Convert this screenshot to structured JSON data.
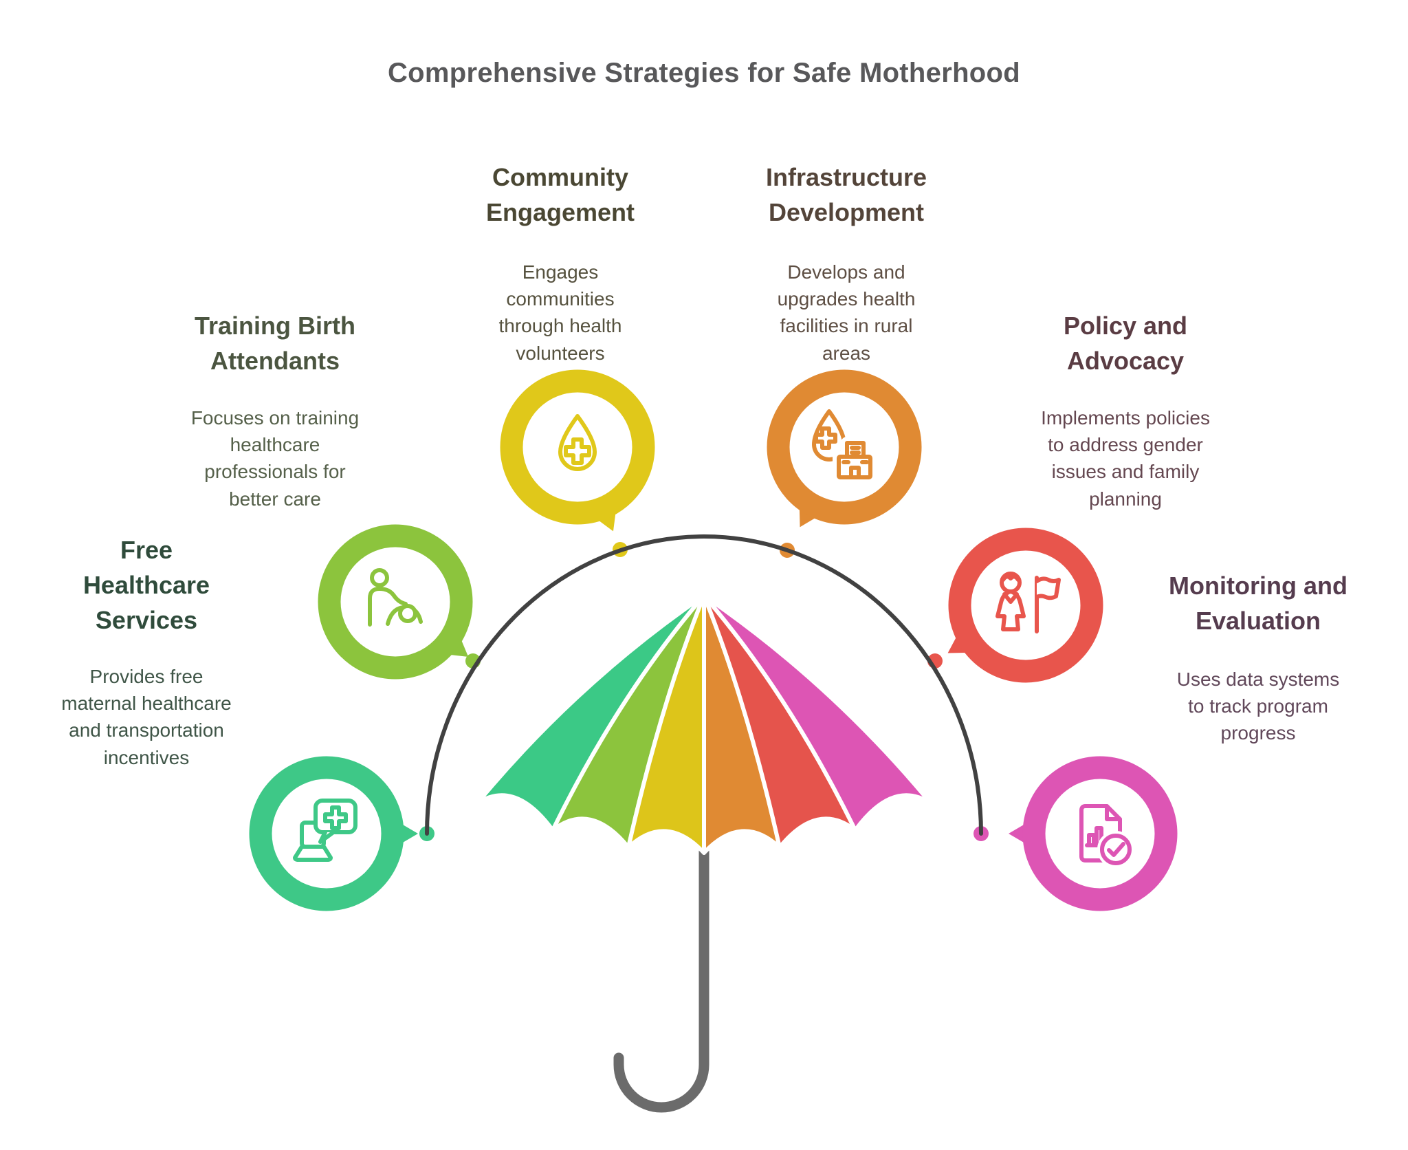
{
  "title": "Comprehensive Strategies for Safe Motherhood",
  "nodes": [
    {
      "id": "free-healthcare-services",
      "heading": "Free\nHealthcare\nServices",
      "body": "Provides free\nmaternal healthcare\nand transportation\nincentives",
      "color": "#3ec887",
      "heading_color": "#2f4b3b",
      "icon": "telehealth-laptop-icon"
    },
    {
      "id": "training-birth-attendants",
      "heading": "Training Birth\nAttendants",
      "body": "Focuses on training\nhealthcare\nprofessionals for\nbetter care",
      "color": "#8cc43d",
      "heading_color": "#4b5540",
      "icon": "caregiver-icon"
    },
    {
      "id": "community-engagement",
      "heading": "Community\nEngagement",
      "body": "Engages\ncommunities\nthrough health\nvolunteers",
      "color": "#e0c81a",
      "heading_color": "#4a4733",
      "icon": "droplet-cross-icon"
    },
    {
      "id": "infrastructure-development",
      "heading": "Infrastructure\nDevelopment",
      "body": "Develops and\nupgrades health\nfacilities in rural\nareas",
      "color": "#e08a33",
      "heading_color": "#534439",
      "icon": "clinic-building-icon"
    },
    {
      "id": "policy-and-advocacy",
      "heading": "Policy and\nAdvocacy",
      "body": "Implements policies\nto address gender\nissues and family\nplanning",
      "color": "#e8554c",
      "heading_color": "#5a3c43",
      "icon": "woman-flag-icon"
    },
    {
      "id": "monitoring-and-evaluation",
      "heading": "Monitoring and\nEvaluation",
      "body": "Uses data systems\nto track program\nprogress",
      "color": "#dd55b4",
      "heading_color": "#553c4e",
      "icon": "report-check-icon"
    }
  ],
  "umbrella": {
    "panel_colors": [
      "#3bc986",
      "#8cc43d",
      "#ddc51a",
      "#e08a33",
      "#e5544c",
      "#dd55b4"
    ],
    "pole_color": "#6b6b6b"
  },
  "arc": {
    "line_color": "#414141",
    "dot_colors": [
      "#3ec887",
      "#8cc43d",
      "#e0c81a",
      "#e08a33",
      "#e8554c",
      "#dd55b4"
    ]
  }
}
